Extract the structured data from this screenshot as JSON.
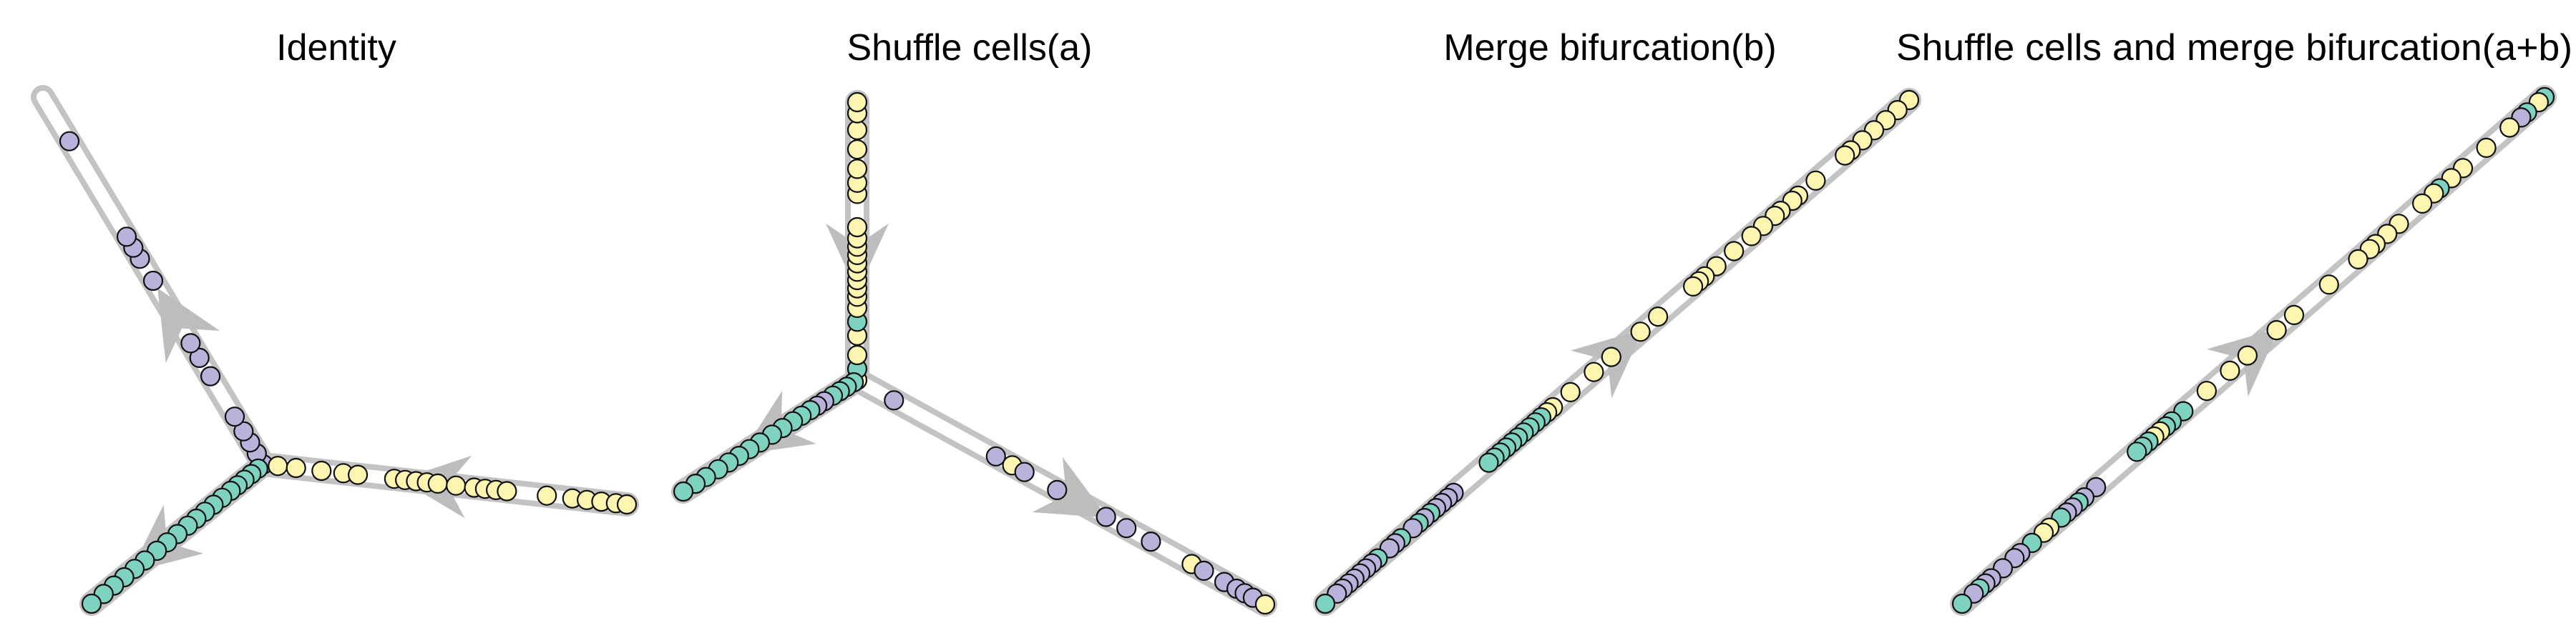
{
  "colors": {
    "track": "#c3c3c3",
    "arrow": "#bdbdbd",
    "cell_stroke": "#111111",
    "yellow": "#fdf5b0",
    "teal": "#7ed3c0",
    "purple": "#b7b3da"
  },
  "panels": [
    {
      "title": "Identity",
      "branches": [
        {
          "id": "purple-branch",
          "arrow_t": 0.4,
          "arrow_dir": "out",
          "cells": [
            {
              "t": 0.0,
              "c": "purple"
            },
            {
              "t": 0.03,
              "c": "purple"
            },
            {
              "t": 0.06,
              "c": "purple"
            },
            {
              "t": 0.09,
              "c": "purple"
            },
            {
              "t": 0.13,
              "c": "purple"
            },
            {
              "t": 0.24,
              "c": "purple"
            },
            {
              "t": 0.29,
              "c": "purple"
            },
            {
              "t": 0.33,
              "c": "purple"
            },
            {
              "t": 0.5,
              "c": "purple"
            },
            {
              "t": 0.56,
              "c": "purple"
            },
            {
              "t": 0.59,
              "c": "purple"
            },
            {
              "t": 0.62,
              "c": "purple"
            },
            {
              "t": 0.88,
              "c": "purple"
            }
          ]
        },
        {
          "id": "yellow-branch",
          "arrow_t": 0.47,
          "arrow_dir": "in",
          "cells": [
            {
              "t": 0.04,
              "c": "yellow"
            },
            {
              "t": 0.09,
              "c": "yellow"
            },
            {
              "t": 0.16,
              "c": "yellow"
            },
            {
              "t": 0.22,
              "c": "yellow"
            },
            {
              "t": 0.26,
              "c": "yellow"
            },
            {
              "t": 0.36,
              "c": "yellow"
            },
            {
              "t": 0.39,
              "c": "yellow"
            },
            {
              "t": 0.42,
              "c": "yellow"
            },
            {
              "t": 0.45,
              "c": "yellow"
            },
            {
              "t": 0.48,
              "c": "yellow"
            },
            {
              "t": 0.53,
              "c": "yellow"
            },
            {
              "t": 0.58,
              "c": "yellow"
            },
            {
              "t": 0.61,
              "c": "yellow"
            },
            {
              "t": 0.64,
              "c": "yellow"
            },
            {
              "t": 0.67,
              "c": "yellow"
            },
            {
              "t": 0.78,
              "c": "yellow"
            },
            {
              "t": 0.85,
              "c": "yellow"
            },
            {
              "t": 0.89,
              "c": "yellow"
            },
            {
              "t": 0.93,
              "c": "yellow"
            },
            {
              "t": 0.97,
              "c": "yellow"
            },
            {
              "t": 1.0,
              "c": "yellow"
            }
          ]
        },
        {
          "id": "teal-branch",
          "arrow_t": 0.62,
          "arrow_dir": "out",
          "cells": [
            {
              "t": 0.03,
              "c": "teal"
            },
            {
              "t": 0.07,
              "c": "teal"
            },
            {
              "t": 0.11,
              "c": "teal"
            },
            {
              "t": 0.15,
              "c": "teal"
            },
            {
              "t": 0.19,
              "c": "teal"
            },
            {
              "t": 0.24,
              "c": "teal"
            },
            {
              "t": 0.29,
              "c": "teal"
            },
            {
              "t": 0.34,
              "c": "teal"
            },
            {
              "t": 0.39,
              "c": "teal"
            },
            {
              "t": 0.44,
              "c": "teal"
            },
            {
              "t": 0.5,
              "c": "teal"
            },
            {
              "t": 0.56,
              "c": "teal"
            },
            {
              "t": 0.62,
              "c": "teal"
            },
            {
              "t": 0.69,
              "c": "teal"
            },
            {
              "t": 0.75,
              "c": "teal"
            },
            {
              "t": 0.81,
              "c": "teal"
            },
            {
              "t": 0.87,
              "c": "teal"
            },
            {
              "t": 0.93,
              "c": "teal"
            },
            {
              "t": 1.0,
              "c": "teal"
            }
          ]
        }
      ]
    },
    {
      "title": "Shuffle cells(a)",
      "branches": [
        {
          "id": "top-branch",
          "arrow_t": 0.44,
          "arrow_dir": "in",
          "cells": [
            {
              "t": 0.0,
              "c": "yellow"
            },
            {
              "t": 0.04,
              "c": "teal"
            },
            {
              "t": 0.09,
              "c": "yellow"
            },
            {
              "t": 0.16,
              "c": "yellow"
            },
            {
              "t": 0.21,
              "c": "teal"
            },
            {
              "t": 0.26,
              "c": "yellow"
            },
            {
              "t": 0.3,
              "c": "yellow"
            },
            {
              "t": 0.33,
              "c": "yellow"
            },
            {
              "t": 0.36,
              "c": "yellow"
            },
            {
              "t": 0.39,
              "c": "yellow"
            },
            {
              "t": 0.42,
              "c": "yellow"
            },
            {
              "t": 0.45,
              "c": "yellow"
            },
            {
              "t": 0.48,
              "c": "yellow"
            },
            {
              "t": 0.51,
              "c": "yellow"
            },
            {
              "t": 0.55,
              "c": "yellow"
            },
            {
              "t": 0.67,
              "c": "yellow"
            },
            {
              "t": 0.71,
              "c": "yellow"
            },
            {
              "t": 0.76,
              "c": "yellow"
            },
            {
              "t": 0.83,
              "c": "yellow"
            },
            {
              "t": 0.9,
              "c": "yellow"
            },
            {
              "t": 0.96,
              "c": "yellow"
            },
            {
              "t": 1.0,
              "c": "yellow"
            }
          ]
        },
        {
          "id": "left-branch",
          "arrow_t": 0.5,
          "arrow_dir": "out",
          "cells": [
            {
              "t": 0.02,
              "c": "teal"
            },
            {
              "t": 0.06,
              "c": "teal"
            },
            {
              "t": 0.1,
              "c": "teal"
            },
            {
              "t": 0.14,
              "c": "teal"
            },
            {
              "t": 0.19,
              "c": "purple"
            },
            {
              "t": 0.23,
              "c": "purple"
            },
            {
              "t": 0.27,
              "c": "teal"
            },
            {
              "t": 0.32,
              "c": "teal"
            },
            {
              "t": 0.37,
              "c": "teal"
            },
            {
              "t": 0.43,
              "c": "teal"
            },
            {
              "t": 0.49,
              "c": "teal"
            },
            {
              "t": 0.56,
              "c": "teal"
            },
            {
              "t": 0.62,
              "c": "teal"
            },
            {
              "t": 0.68,
              "c": "teal"
            },
            {
              "t": 0.74,
              "c": "teal"
            },
            {
              "t": 0.8,
              "c": "teal"
            },
            {
              "t": 0.87,
              "c": "teal"
            },
            {
              "t": 0.93,
              "c": "teal"
            },
            {
              "t": 1.0,
              "c": "teal"
            }
          ]
        },
        {
          "id": "right-branch",
          "arrow_t": 0.54,
          "arrow_dir": "out",
          "cells": [
            {
              "t": 0.09,
              "c": "purple"
            },
            {
              "t": 0.34,
              "c": "purple"
            },
            {
              "t": 0.38,
              "c": "yellow"
            },
            {
              "t": 0.41,
              "c": "purple"
            },
            {
              "t": 0.49,
              "c": "purple"
            },
            {
              "t": 0.61,
              "c": "purple"
            },
            {
              "t": 0.66,
              "c": "purple"
            },
            {
              "t": 0.72,
              "c": "purple"
            },
            {
              "t": 0.82,
              "c": "yellow"
            },
            {
              "t": 0.85,
              "c": "purple"
            },
            {
              "t": 0.9,
              "c": "purple"
            },
            {
              "t": 0.93,
              "c": "purple"
            },
            {
              "t": 0.95,
              "c": "purple"
            },
            {
              "t": 0.97,
              "c": "purple"
            },
            {
              "t": 1.0,
              "c": "yellow"
            }
          ]
        }
      ]
    },
    {
      "title": "Merge bifurcation(b)",
      "branches": [
        {
          "id": "diagonal-branch",
          "arrow_t": 0.5,
          "arrow_dir": "in",
          "cells": [
            {
              "t": 0.0,
              "c": "yellow"
            },
            {
              "t": 0.02,
              "c": "yellow"
            },
            {
              "t": 0.04,
              "c": "yellow"
            },
            {
              "t": 0.06,
              "c": "yellow"
            },
            {
              "t": 0.08,
              "c": "yellow"
            },
            {
              "t": 0.1,
              "c": "yellow"
            },
            {
              "t": 0.11,
              "c": "yellow"
            },
            {
              "t": 0.16,
              "c": "yellow"
            },
            {
              "t": 0.19,
              "c": "yellow"
            },
            {
              "t": 0.2,
              "c": "yellow"
            },
            {
              "t": 0.22,
              "c": "yellow"
            },
            {
              "t": 0.23,
              "c": "yellow"
            },
            {
              "t": 0.25,
              "c": "yellow"
            },
            {
              "t": 0.27,
              "c": "yellow"
            },
            {
              "t": 0.3,
              "c": "yellow"
            },
            {
              "t": 0.33,
              "c": "yellow"
            },
            {
              "t": 0.35,
              "c": "yellow"
            },
            {
              "t": 0.36,
              "c": "yellow"
            },
            {
              "t": 0.37,
              "c": "yellow"
            },
            {
              "t": 0.43,
              "c": "yellow"
            },
            {
              "t": 0.46,
              "c": "yellow"
            },
            {
              "t": 0.51,
              "c": "yellow"
            },
            {
              "t": 0.54,
              "c": "yellow"
            },
            {
              "t": 0.58,
              "c": "yellow"
            },
            {
              "t": 0.61,
              "c": "yellow"
            },
            {
              "t": 0.62,
              "c": "yellow"
            },
            {
              "t": 0.63,
              "c": "teal"
            },
            {
              "t": 0.64,
              "c": "teal"
            },
            {
              "t": 0.65,
              "c": "teal"
            },
            {
              "t": 0.66,
              "c": "teal"
            },
            {
              "t": 0.67,
              "c": "teal"
            },
            {
              "t": 0.68,
              "c": "teal"
            },
            {
              "t": 0.69,
              "c": "teal"
            },
            {
              "t": 0.7,
              "c": "teal"
            },
            {
              "t": 0.71,
              "c": "teal"
            },
            {
              "t": 0.72,
              "c": "teal"
            },
            {
              "t": 0.78,
              "c": "purple"
            },
            {
              "t": 0.79,
              "c": "purple"
            },
            {
              "t": 0.8,
              "c": "purple"
            },
            {
              "t": 0.81,
              "c": "purple"
            },
            {
              "t": 0.82,
              "c": "teal"
            },
            {
              "t": 0.83,
              "c": "purple"
            },
            {
              "t": 0.84,
              "c": "teal"
            },
            {
              "t": 0.85,
              "c": "purple"
            },
            {
              "t": 0.87,
              "c": "teal"
            },
            {
              "t": 0.88,
              "c": "purple"
            },
            {
              "t": 0.89,
              "c": "purple"
            },
            {
              "t": 0.91,
              "c": "teal"
            },
            {
              "t": 0.92,
              "c": "purple"
            },
            {
              "t": 0.93,
              "c": "purple"
            },
            {
              "t": 0.94,
              "c": "purple"
            },
            {
              "t": 0.95,
              "c": "purple"
            },
            {
              "t": 0.96,
              "c": "purple"
            },
            {
              "t": 0.97,
              "c": "purple"
            },
            {
              "t": 0.98,
              "c": "purple"
            },
            {
              "t": 1.0,
              "c": "teal"
            }
          ]
        }
      ]
    },
    {
      "title": "Shuffle cells and merge bifurcation(a+b)",
      "branches": [
        {
          "id": "diagonal-branch",
          "arrow_t": 0.5,
          "arrow_dir": "in",
          "cells": [
            {
              "t": 0.0,
              "c": "teal"
            },
            {
              "t": 0.01,
              "c": "yellow"
            },
            {
              "t": 0.03,
              "c": "teal"
            },
            {
              "t": 0.04,
              "c": "purple"
            },
            {
              "t": 0.06,
              "c": "yellow"
            },
            {
              "t": 0.1,
              "c": "yellow"
            },
            {
              "t": 0.14,
              "c": "yellow"
            },
            {
              "t": 0.16,
              "c": "yellow"
            },
            {
              "t": 0.18,
              "c": "teal"
            },
            {
              "t": 0.19,
              "c": "yellow"
            },
            {
              "t": 0.21,
              "c": "yellow"
            },
            {
              "t": 0.25,
              "c": "yellow"
            },
            {
              "t": 0.27,
              "c": "yellow"
            },
            {
              "t": 0.29,
              "c": "yellow"
            },
            {
              "t": 0.3,
              "c": "yellow"
            },
            {
              "t": 0.32,
              "c": "yellow"
            },
            {
              "t": 0.37,
              "c": "yellow"
            },
            {
              "t": 0.43,
              "c": "yellow"
            },
            {
              "t": 0.46,
              "c": "yellow"
            },
            {
              "t": 0.51,
              "c": "yellow"
            },
            {
              "t": 0.54,
              "c": "yellow"
            },
            {
              "t": 0.58,
              "c": "yellow"
            },
            {
              "t": 0.62,
              "c": "teal"
            },
            {
              "t": 0.64,
              "c": "teal"
            },
            {
              "t": 0.65,
              "c": "teal"
            },
            {
              "t": 0.66,
              "c": "yellow"
            },
            {
              "t": 0.67,
              "c": "yellow"
            },
            {
              "t": 0.68,
              "c": "teal"
            },
            {
              "t": 0.69,
              "c": "teal"
            },
            {
              "t": 0.7,
              "c": "teal"
            },
            {
              "t": 0.77,
              "c": "purple"
            },
            {
              "t": 0.79,
              "c": "purple"
            },
            {
              "t": 0.8,
              "c": "teal"
            },
            {
              "t": 0.81,
              "c": "purple"
            },
            {
              "t": 0.82,
              "c": "purple"
            },
            {
              "t": 0.83,
              "c": "teal"
            },
            {
              "t": 0.85,
              "c": "yellow"
            },
            {
              "t": 0.86,
              "c": "yellow"
            },
            {
              "t": 0.88,
              "c": "teal"
            },
            {
              "t": 0.9,
              "c": "purple"
            },
            {
              "t": 0.91,
              "c": "purple"
            },
            {
              "t": 0.93,
              "c": "purple"
            },
            {
              "t": 0.95,
              "c": "purple"
            },
            {
              "t": 0.96,
              "c": "purple"
            },
            {
              "t": 0.97,
              "c": "teal"
            },
            {
              "t": 0.98,
              "c": "purple"
            },
            {
              "t": 1.0,
              "c": "teal"
            }
          ]
        }
      ]
    }
  ]
}
